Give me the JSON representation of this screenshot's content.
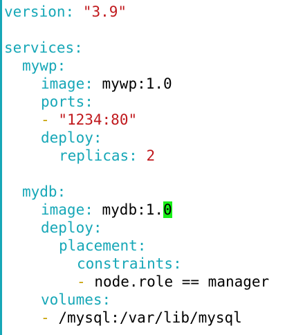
{
  "editor": {
    "lines": [
      {
        "key": "version",
        "sep": ": ",
        "value": "\"3.9\""
      },
      {},
      {
        "key": "services",
        "sep": ":"
      },
      {
        "key": "mywp",
        "sep": ":"
      },
      {
        "key": "image",
        "sep": ": ",
        "value": "mywp:1.0"
      },
      {
        "key": "ports",
        "sep": ":"
      },
      {
        "dash": "-",
        "value": "\"1234:80\""
      },
      {
        "key": "deploy",
        "sep": ":"
      },
      {
        "key": "replicas",
        "sep": ": ",
        "value": "2"
      },
      {},
      {
        "key": "mydb",
        "sep": ":"
      },
      {
        "key": "image",
        "sep": ": ",
        "value_pre": "mydb:1.",
        "cursor_char": "0"
      },
      {
        "key": "deploy",
        "sep": ":"
      },
      {
        "key": "placement",
        "sep": ":"
      },
      {
        "key": "constraints",
        "sep": ":"
      },
      {
        "dash": "-",
        "value": "node.role == manager"
      },
      {
        "key": "volumes",
        "sep": ":"
      },
      {
        "dash": "-",
        "value": "/mysql:/var/lib/mysql"
      }
    ]
  },
  "colors": {
    "key": "#16a7b7",
    "string": "#c0181c",
    "dash": "#c7a000",
    "cursor": "#18f018"
  }
}
